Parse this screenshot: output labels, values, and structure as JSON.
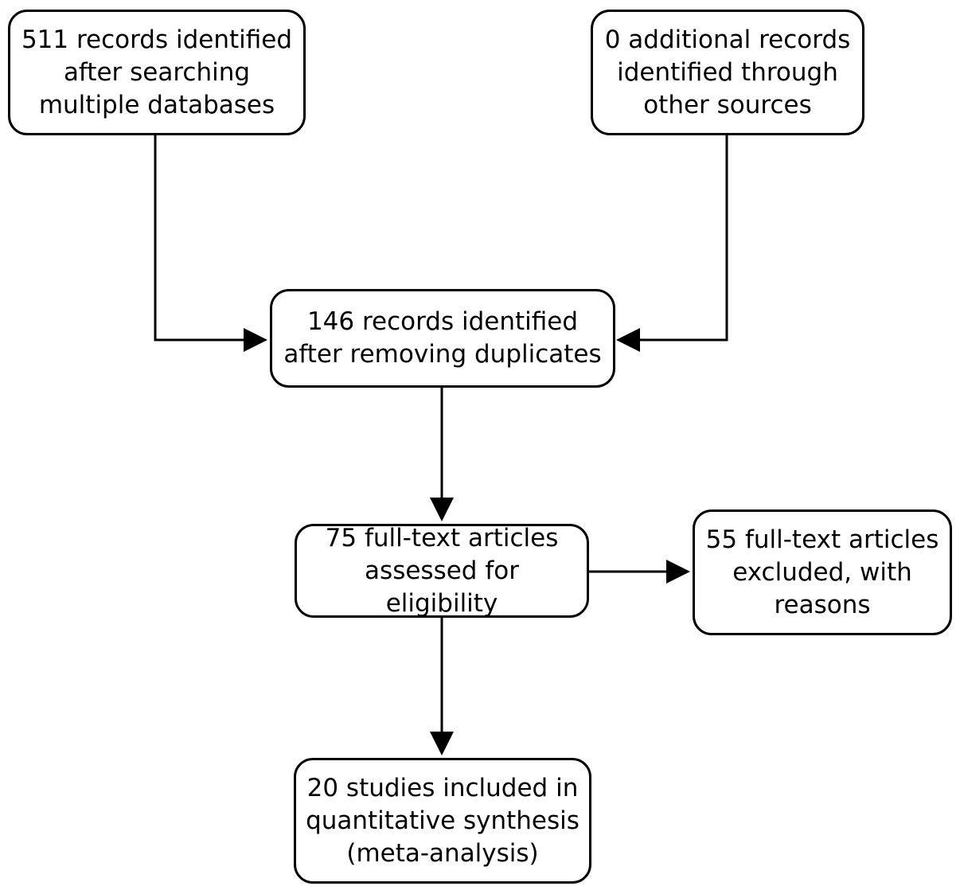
{
  "diagram": {
    "boxes": {
      "database_records": {
        "lines": [
          "511 records identified",
          "after searching",
          "multiple databases"
        ]
      },
      "other_sources": {
        "lines": [
          "0 additional records",
          "identified through",
          "other sources"
        ]
      },
      "after_duplicates": {
        "lines": [
          "146 records identified",
          "after removing duplicates"
        ]
      },
      "full_text_assessed": {
        "lines": [
          "75 full-text articles",
          "assessed for eligibility"
        ]
      },
      "full_text_excluded": {
        "lines": [
          "55 full-text articles",
          "excluded, with",
          "reasons"
        ]
      },
      "studies_included": {
        "lines": [
          "20 studies included in",
          "quantitative synthesis",
          "(meta-analysis)"
        ]
      }
    },
    "colors": {
      "stroke": "#000000",
      "background": "#ffffff"
    }
  }
}
